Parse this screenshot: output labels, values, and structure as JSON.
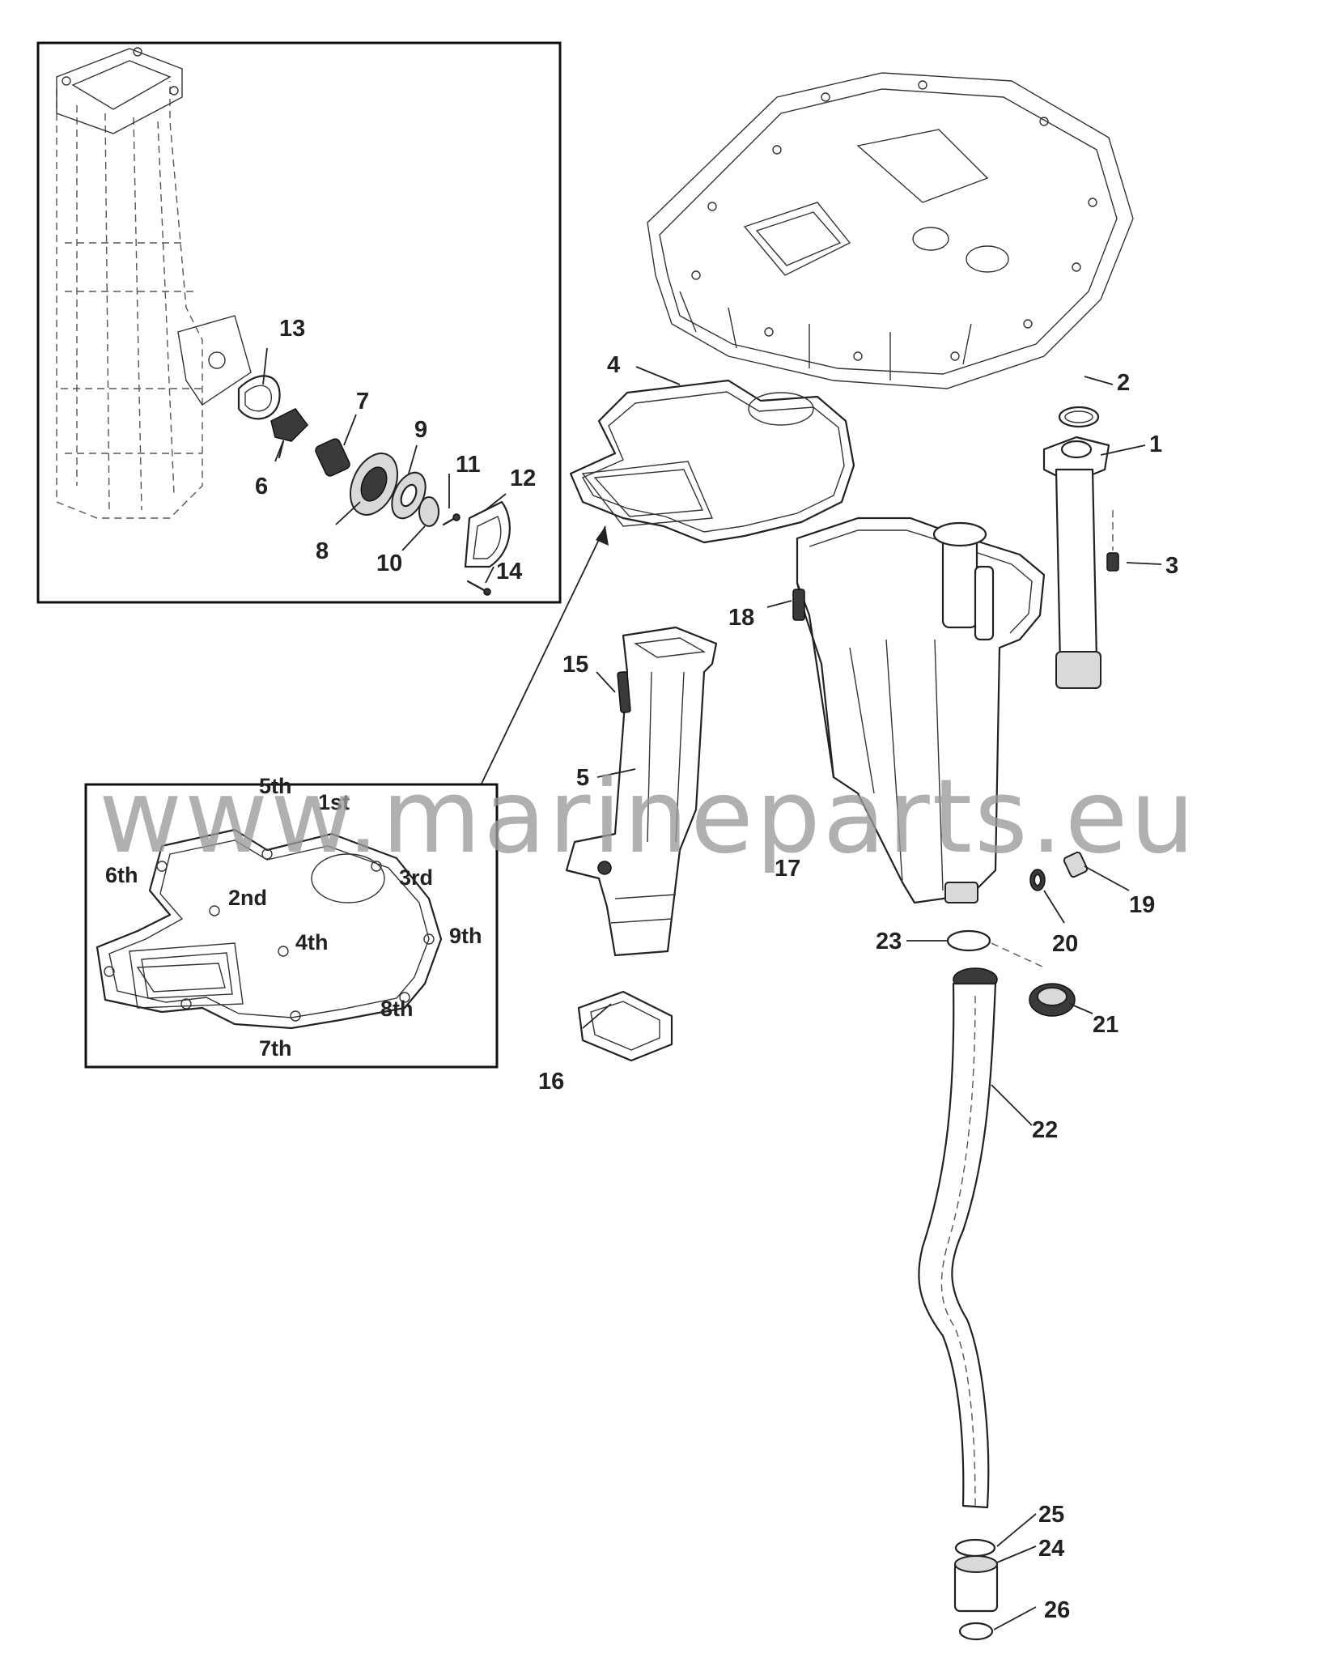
{
  "watermark": "www.marineparts.eu",
  "callouts": [
    "1",
    "2",
    "3",
    "4",
    "5",
    "6",
    "7",
    "8",
    "9",
    "10",
    "11",
    "12",
    "13",
    "14",
    "15",
    "16",
    "17",
    "18",
    "19",
    "20",
    "21",
    "22",
    "23",
    "24",
    "25",
    "26"
  ],
  "torque_sequence": [
    "1st",
    "2nd",
    "3rd",
    "4th",
    "5th",
    "6th",
    "7th",
    "8th",
    "9th"
  ]
}
